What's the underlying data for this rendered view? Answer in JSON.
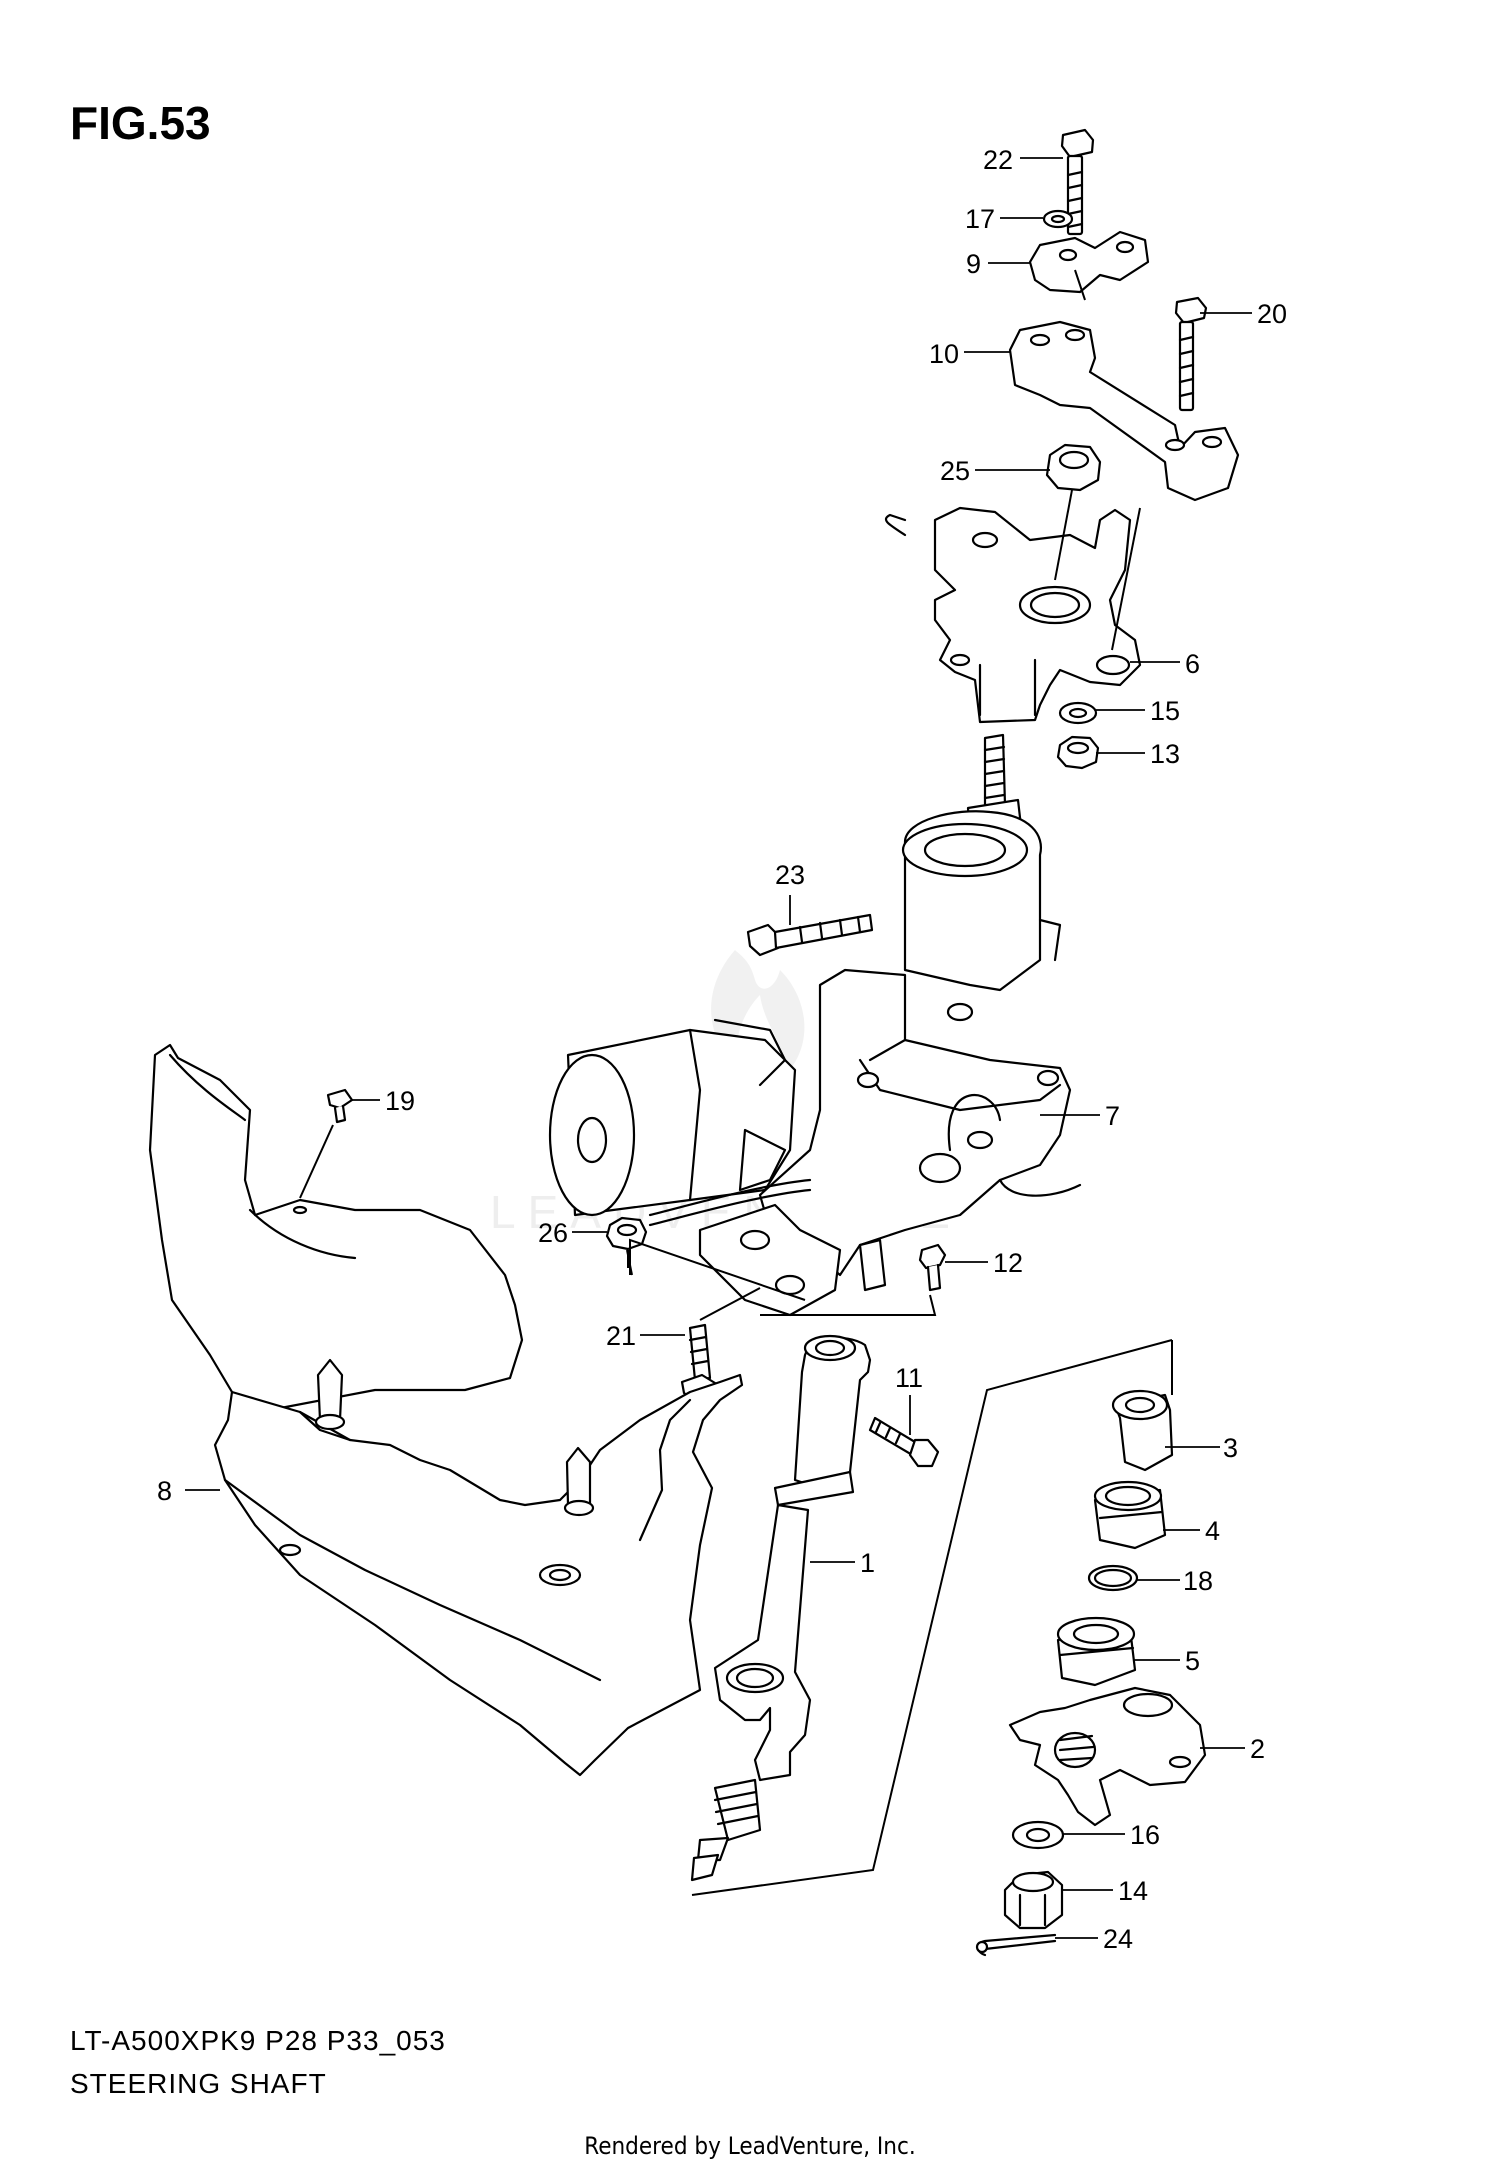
{
  "figure": {
    "title": "FIG.53",
    "model_code": "LT-A500XPK9 P28 P33_053",
    "name": "STEERING SHAFT"
  },
  "footer": {
    "rendered_by": "Rendered by LeadVenture, Inc."
  },
  "watermark": {
    "text": "LEADVENTURE"
  },
  "callouts": [
    "1",
    "2",
    "3",
    "4",
    "5",
    "6",
    "7",
    "8",
    "9",
    "10",
    "11",
    "12",
    "13",
    "14",
    "15",
    "16",
    "17",
    "18",
    "19",
    "20",
    "21",
    "22",
    "23",
    "24",
    "25",
    "26"
  ]
}
